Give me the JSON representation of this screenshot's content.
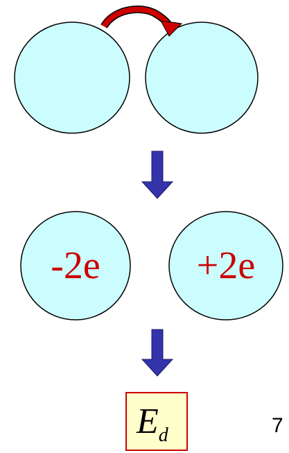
{
  "colors": {
    "sphere_fill": "#ccfdfe",
    "sphere_stroke": "#000000",
    "transfer_arrow": "#cc0000",
    "down_arrow": "#3333aa",
    "charge_text": "#cc0000",
    "box_fill": "#ffffcc",
    "box_stroke": "#cc0000"
  },
  "icons": {
    "transfer": "curved-arrow-icon",
    "step": "down-arrow-icon"
  },
  "charges": {
    "left": "-2e",
    "right": "+2e"
  },
  "energy": {
    "symbol": "E",
    "subscript": "d"
  },
  "page_number": "7"
}
